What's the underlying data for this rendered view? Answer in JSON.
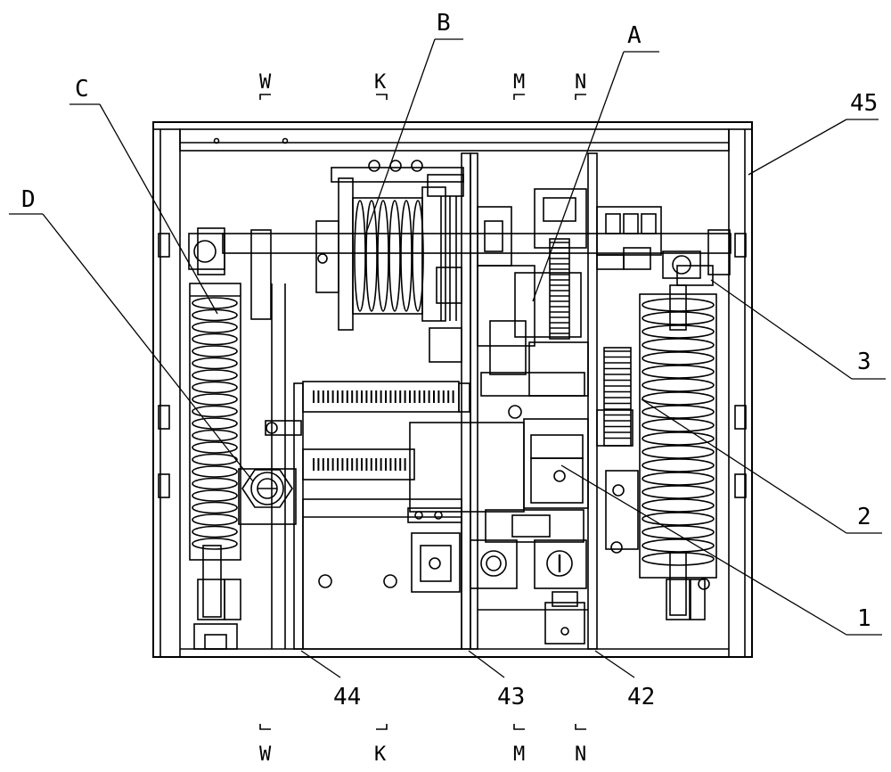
{
  "section_marks": {
    "top": [
      "W",
      "K",
      "M",
      "N"
    ],
    "bottom": [
      "W",
      "K",
      "M",
      "N"
    ]
  },
  "part_labels": {
    "A": "A",
    "B": "B",
    "C": "C",
    "D": "D",
    "n45": "45",
    "n3": "3",
    "n2": "2",
    "n1": "1",
    "n44": "44",
    "n43": "43",
    "n42": "42"
  },
  "colors": {
    "line": "#000000",
    "background": "#ffffff"
  }
}
